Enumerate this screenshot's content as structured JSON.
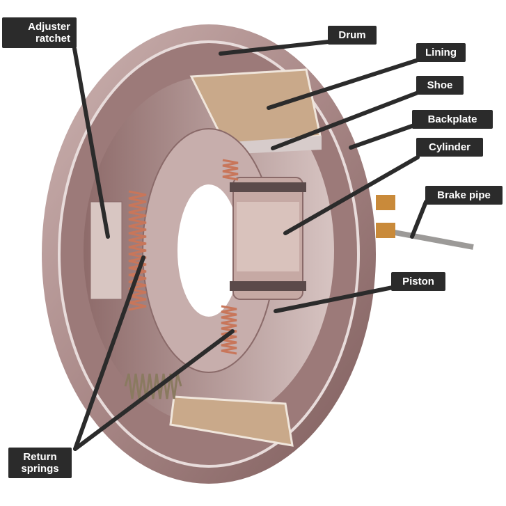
{
  "title": "Drum brake components",
  "labels": {
    "adjuster_ratchet": [
      "Adjuster",
      "ratchet"
    ],
    "drum": "Drum",
    "lining": "Lining",
    "shoe": "Shoe",
    "backplate": "Backplate",
    "cylinder": "Cylinder",
    "brake_pipe": "Brake pipe",
    "piston": "Piston",
    "return_springs": [
      "Return",
      "springs"
    ]
  },
  "colors": {
    "label_bg": "#2b2b2b",
    "label_text": "#ffffff",
    "drum": "#b89a98",
    "lining": "#c9a98a",
    "spring": "#c8765a"
  }
}
